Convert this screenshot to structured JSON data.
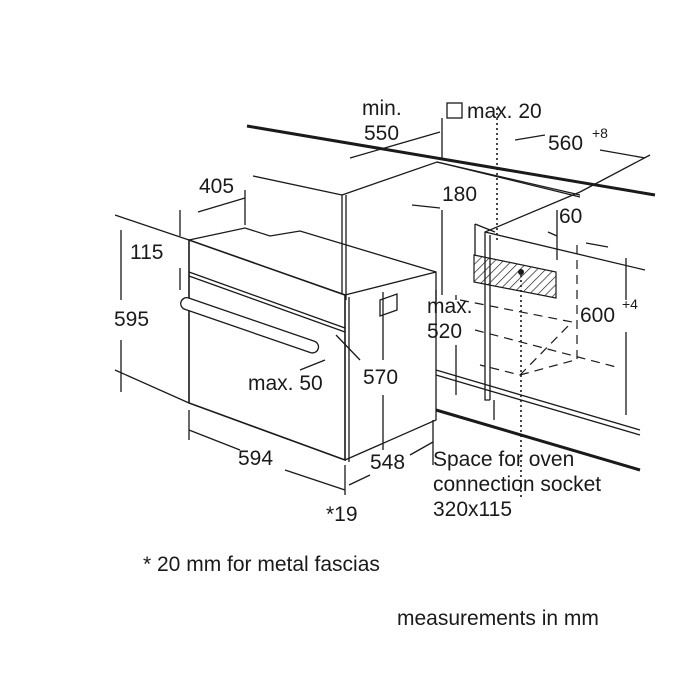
{
  "dimensions": {
    "min_label": "min.",
    "min_value": "550",
    "max20": "max. 20",
    "width_niche": "560",
    "width_niche_tol": "+8",
    "depth_top": "405",
    "d180": "180",
    "d60": "60",
    "d115": "115",
    "height_oven": "595",
    "max_label": "max.",
    "max520": "520",
    "height_niche": "600",
    "height_niche_tol": "+4",
    "max50": "max. 50",
    "d570": "570",
    "width_oven": "594",
    "depth_oven": "548",
    "fascia": "*19"
  },
  "socket_note": {
    "line1": "Space for oven",
    "line2": "connection socket",
    "line3": "320x115"
  },
  "footnote": "* 20 mm for metal fascias",
  "units_note": "measurements in mm"
}
